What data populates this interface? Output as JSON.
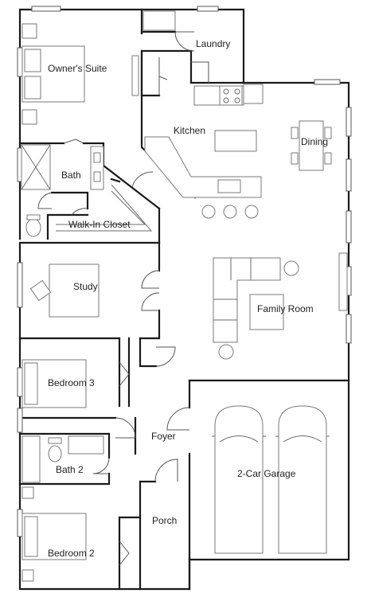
{
  "rooms": {
    "laundry": "Laundry",
    "owners_suite": "Owner's Suite",
    "kitchen": "Kitchen",
    "dining": "Dining",
    "bath": "Bath",
    "walk_in_closet": "Walk-In Closet",
    "study": "Study",
    "family_room": "Family Room",
    "bedroom_3": "Bedroom 3",
    "foyer": "Foyer",
    "bath_2": "Bath 2",
    "garage": "2-Car Garage",
    "bedroom_2": "Bedroom 2",
    "porch": "Porch"
  },
  "colors": {
    "wall": "#1a1a1a",
    "fixture": "#7a7a7a",
    "background": "#ffffff"
  }
}
